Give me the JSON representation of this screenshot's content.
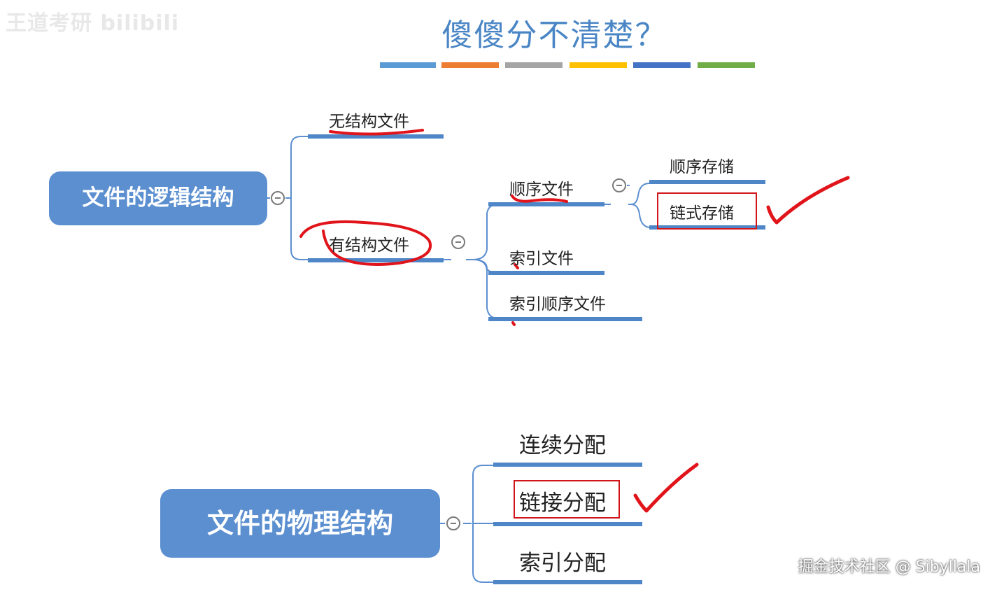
{
  "title": "傻傻分不清楚？",
  "color_bar": [
    "#5b9bd5",
    "#ed7d31",
    "#a5a5a5",
    "#ffc000",
    "#4472c4",
    "#70ad47"
  ],
  "watermark_top_left": "王道考研 bilibili",
  "watermark_bottom_right": "掘金技术社区 @ Sibyllala",
  "logical": {
    "root": "文件的逻辑结构",
    "unstructured": "无结构文件",
    "structured": "有结构文件",
    "sequential": "顺序文件",
    "seq_storage": "顺序存储",
    "chain_storage": "链式存储",
    "indexed": "索引文件",
    "indexed_sequential": "索引顺序文件"
  },
  "physical": {
    "root": "文件的物理结构",
    "contiguous": "连续分配",
    "linked": "链接分配",
    "indexed": "索引分配"
  },
  "colors": {
    "node_blue": "#5b8fd0",
    "line_blue": "#4f86c8",
    "connector": "#5b8fd0",
    "annotation_red": "#e0141a",
    "highlight_box": "#d0161b"
  }
}
